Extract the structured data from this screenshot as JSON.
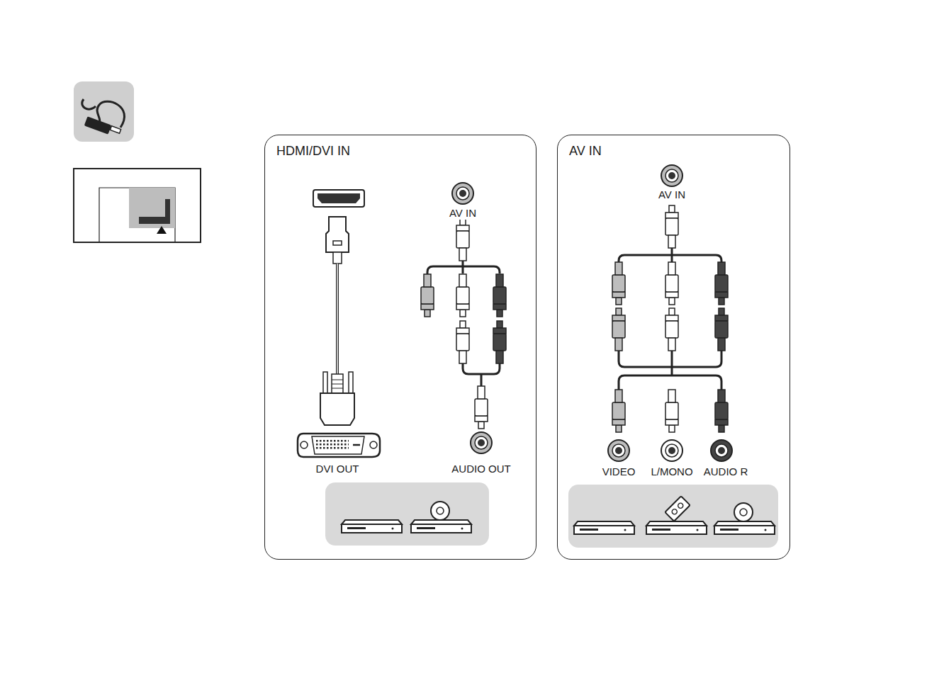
{
  "diagram": {
    "nodes": [
      {
        "text": [
          "HDMI/DVI IN"
        ]
      },
      {
        "text": [
          "AV IN"
        ]
      }
    ],
    "labels": [
      "AV IN",
      "DVI OUT",
      "AUDIO OUT",
      "AV IN",
      "VIDEO",
      "L/MONO",
      "AUDIO R"
    ]
  }
}
